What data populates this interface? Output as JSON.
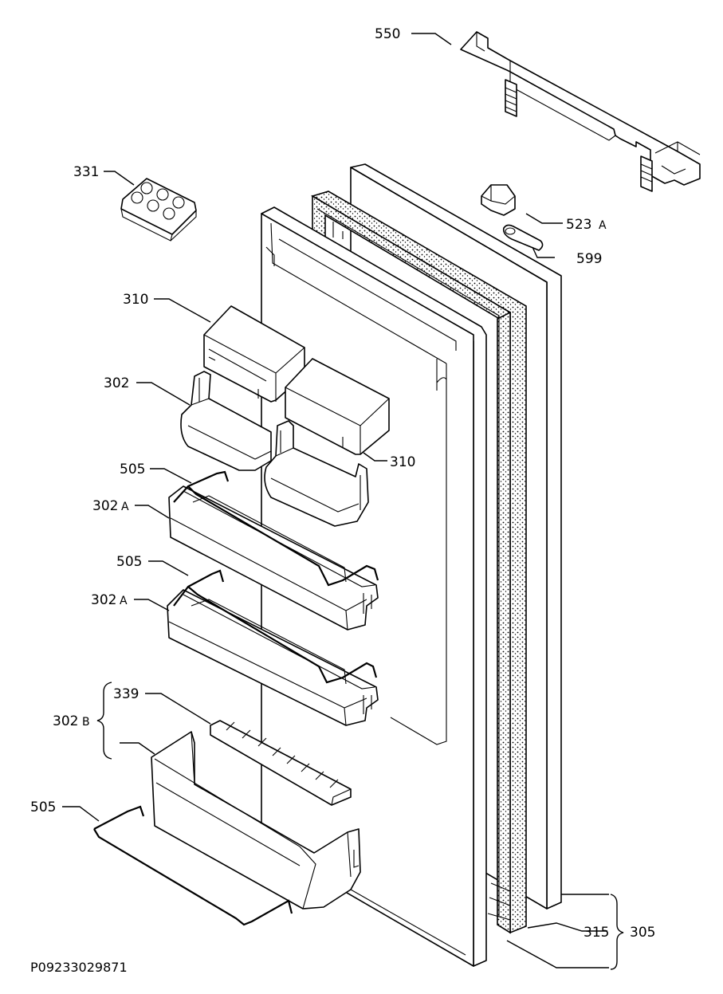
{
  "drawing_code": "P09233029871",
  "labels": {
    "l550": "550",
    "l331": "331",
    "l523_num": "523",
    "l523_suffix": "A",
    "l599": "599",
    "l310_top": "310",
    "l302": "302",
    "l310_right": "310",
    "l505_a": "505",
    "l302A_a_num": "302",
    "l302A_a_suffix": "A",
    "l505_b": "505",
    "l302A_b_num": "302",
    "l302A_b_suffix": "A",
    "l339": "339",
    "l302B_num": "302",
    "l302B_suffix": "B",
    "l505_c": "505",
    "l315": "315",
    "l305": "305"
  }
}
